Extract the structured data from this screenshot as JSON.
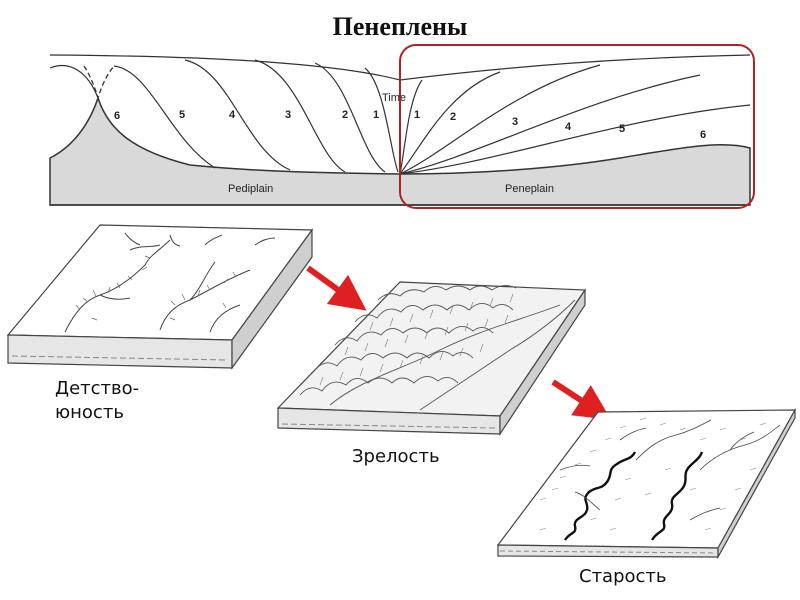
{
  "title": "Пенеплены",
  "profile": {
    "time_label": "Time",
    "left_curve_labels": [
      "6",
      "5",
      "4",
      "3",
      "2",
      "1"
    ],
    "right_curve_labels": [
      "1",
      "2",
      "3",
      "4",
      "5",
      "6"
    ],
    "pediplain_label": "Pediplain",
    "peneplain_label": "Peneplain",
    "highlight_color": "#b22222"
  },
  "stages": {
    "youth": [
      "Детство-",
      "юность"
    ],
    "maturity": "Зрелость",
    "old_age": "Старость"
  },
  "arrow_color": "#e02020"
}
